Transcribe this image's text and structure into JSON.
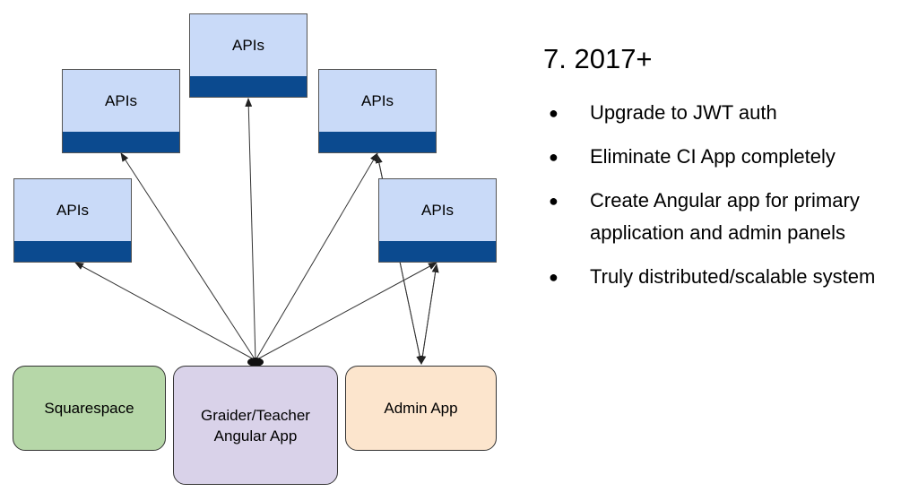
{
  "diagram": {
    "api_boxes": [
      {
        "label": "APIs"
      },
      {
        "label": "APIs"
      },
      {
        "label": "APIs"
      },
      {
        "label": "APIs"
      },
      {
        "label": "APIs"
      }
    ],
    "apps": {
      "squarespace": {
        "label": "Squarespace",
        "color": "#b6d7a8"
      },
      "teacher_app": {
        "line1": "Graider/Teacher",
        "line2": "Angular App",
        "color": "#d9d2e9"
      },
      "admin_app": {
        "label": "Admin App",
        "color": "#fce5cd"
      }
    },
    "colors": {
      "api_fill": "#c9daf8",
      "api_bar": "#0b4a8f"
    }
  },
  "slide": {
    "title": "7. 2017+",
    "bullets": [
      "Upgrade to JWT auth",
      "Eliminate CI App completely",
      "Create Angular app for primary application and admin panels",
      "Truly distributed/scalable system"
    ]
  }
}
